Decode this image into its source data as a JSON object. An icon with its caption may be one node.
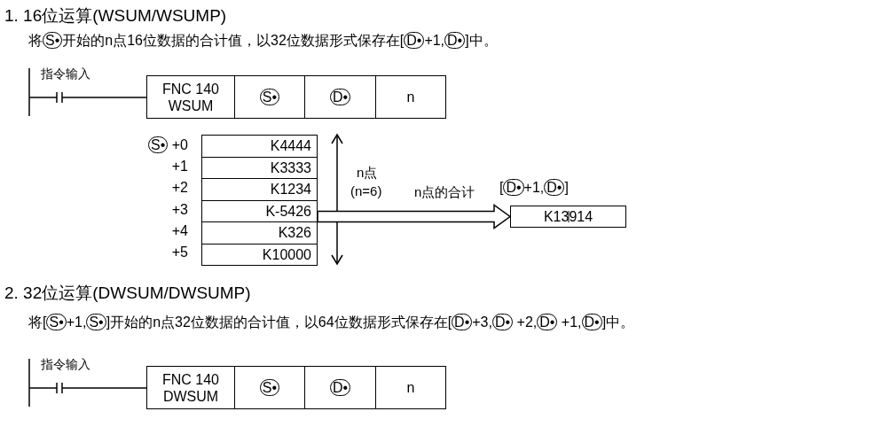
{
  "diagram": {
    "nodes": [
      {
        "text": [
          "K4444",
          "K3333",
          "K1234",
          "K-5426",
          "K326",
          "K10000"
        ]
      },
      {
        "text": [
          "K13914"
        ],
        "beside": [
          "[D•+1,D•]"
        ]
      }
    ],
    "edges": [
      {
        "from": 0,
        "to": 1,
        "arrow": "to",
        "label": "n点的合计"
      }
    ],
    "labels": [
      "1. 16位运算(WSUM/WSUMP)",
      "将S•开始的n点16位数据的合计值，以32位数据形式保存在[D•+1,D•]中。",
      "指令输入",
      "FNC 140 WSUM",
      "S•",
      "D•",
      "n",
      "S• +0",
      "+1",
      "+2",
      "+3",
      "+4",
      "+5",
      "n点",
      "(n=6)",
      "2. 32位运算(DWSUM/DWSUMP)",
      "将[S•+1,S•]开始的n点32位数据的合计值，以64位数据形式保存在[D•+3,D• +2,D• +1,D•]中。",
      "指令输入",
      "FNC 140 DWSUM",
      "S•",
      "D•",
      "n"
    ]
  }
}
